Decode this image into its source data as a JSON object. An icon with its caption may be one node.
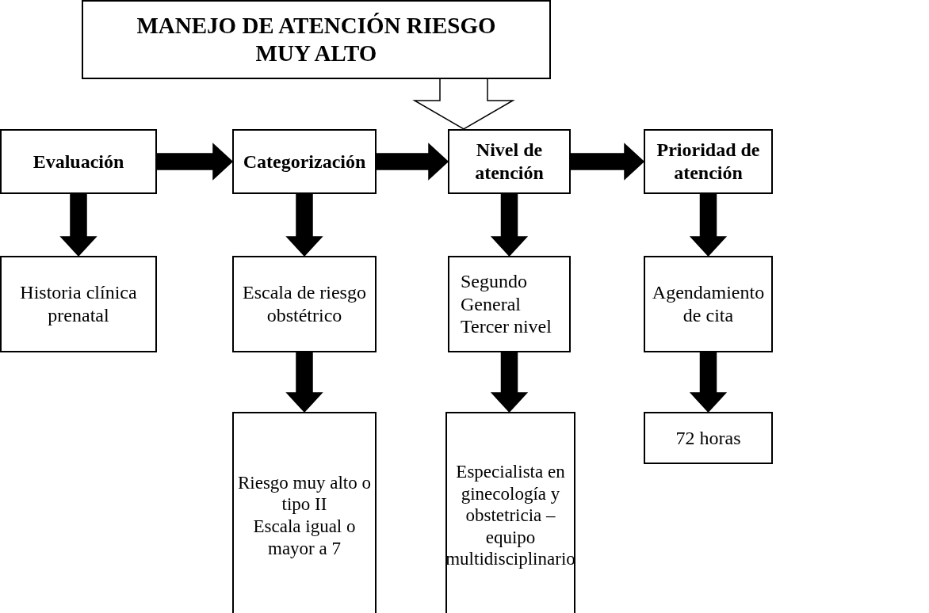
{
  "diagram": {
    "nodes": [
      {
        "text": [
          "MANEJO DE ATENCIÓN RIESGO MUY ALTO"
        ]
      },
      {
        "text": [
          "Evaluación"
        ]
      },
      {
        "text": [
          "Categorización"
        ]
      },
      {
        "text": [
          "Nivel de atención"
        ]
      },
      {
        "text": [
          "Prioridad de atención"
        ]
      },
      {
        "text": [
          "Historia clínica prenatal"
        ]
      },
      {
        "text": [
          "Escala de riesgo obstétrico"
        ]
      },
      {
        "text": [
          "Segundo",
          "General",
          "Tercer nivel"
        ]
      },
      {
        "text": [
          "Agendamiento de cita"
        ]
      },
      {
        "text": [
          "Riesgo muy alto o tipo II",
          "Escala igual o mayor a 7"
        ]
      },
      {
        "text": [
          "Especialista en ginecología y obstetricia – equipo multidisciplinario"
        ]
      },
      {
        "text": [
          "72 horas"
        ]
      }
    ],
    "edges": [
      {
        "from": 0,
        "to": 3,
        "arrow": "to"
      },
      {
        "from": 1,
        "to": 2,
        "arrow": "to"
      },
      {
        "from": 2,
        "to": 3,
        "arrow": "to"
      },
      {
        "from": 3,
        "to": 4,
        "arrow": "to"
      },
      {
        "from": 1,
        "to": 5,
        "arrow": "to"
      },
      {
        "from": 2,
        "to": 6,
        "arrow": "to"
      },
      {
        "from": 3,
        "to": 7,
        "arrow": "to"
      },
      {
        "from": 4,
        "to": 8,
        "arrow": "to"
      },
      {
        "from": 6,
        "to": 9,
        "arrow": "to"
      },
      {
        "from": 7,
        "to": 10,
        "arrow": "to"
      },
      {
        "from": 8,
        "to": 11,
        "arrow": "to"
      }
    ]
  }
}
